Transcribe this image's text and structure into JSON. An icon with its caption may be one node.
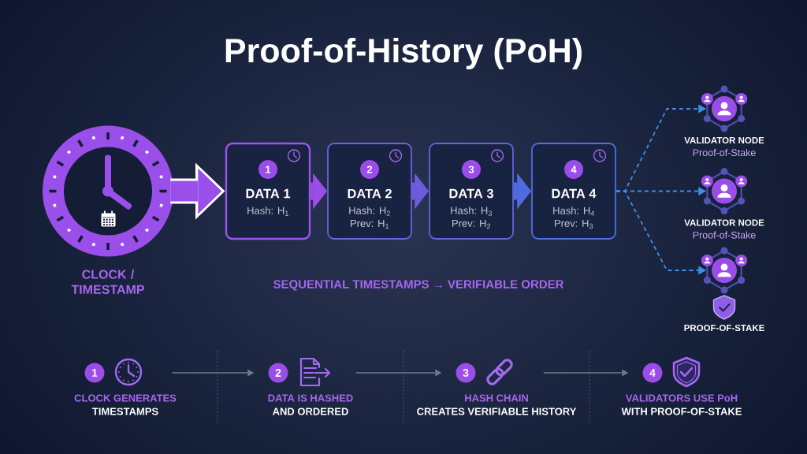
{
  "diagram": {
    "title": "Proof-of-History (PoH)",
    "nodes": [
      {
        "text": [
          "CLOCK / TIMESTAMP"
        ]
      },
      {
        "text": [
          "1",
          "DATA 1",
          "Hash: H$_{1}$"
        ]
      },
      {
        "text": [
          "2",
          "DATA 2",
          "Hash: H$_{2}$",
          "Prev: H$_{1}$"
        ]
      },
      {
        "text": [
          "3",
          "DATA 3",
          "Hash: H$_{3}$",
          "Prev: H$_{2}$"
        ]
      },
      {
        "text": [
          "4",
          "DATA 4",
          "Hash: H$_{4}$",
          "Prev: H$_{3}$"
        ]
      },
      {
        "text": [
          "VALIDATOR NODE",
          "Proof-of-Stake"
        ]
      },
      {
        "text": [
          "VALIDATOR NODE",
          "Proof-of-Stake"
        ]
      },
      {
        "text": [
          "PROOF-OF-STAKE"
        ]
      },
      {
        "text": [
          "1",
          "CLOCK GENERATES",
          "TIMESTAMPS"
        ]
      },
      {
        "text": [
          "2",
          "DATA IS HASHED",
          "AND ORDERED"
        ]
      },
      {
        "text": [
          "3",
          "HASH CHAIN",
          "CREATES VERIFIABLE HISTORY"
        ]
      },
      {
        "text": [
          "4",
          "VALIDATORS USE PoH",
          "WITH PROOF-OF-STAKE"
        ]
      }
    ],
    "edges": [
      {
        "from": 0,
        "to": 1,
        "arrow": "to",
        "style": "thick",
        "color": "#9a4fea"
      },
      {
        "from": 1,
        "to": 2,
        "arrow": "to",
        "style": "thick",
        "color": "#9a4ee8"
      },
      {
        "from": 2,
        "to": 3,
        "arrow": "to",
        "style": "thick",
        "color": "#6c5cdc"
      },
      {
        "from": 3,
        "to": 4,
        "arrow": "to",
        "style": "thick",
        "color": "#4e6ce0"
      },
      {
        "from": 4,
        "to": 5,
        "arrow": "to",
        "style": "dashed",
        "color": "#3f8fe6"
      },
      {
        "from": 4,
        "to": 6,
        "arrow": "to",
        "style": "dashed",
        "color": "#3f8fe6"
      },
      {
        "from": 4,
        "to": 7,
        "arrow": "to",
        "style": "dashed",
        "color": "#3f8fe6"
      },
      {
        "from": 8,
        "to": 9,
        "arrow": "to"
      },
      {
        "from": 9,
        "to": 10,
        "arrow": "to"
      },
      {
        "from": 10,
        "to": 11,
        "arrow": "to"
      }
    ],
    "labels": [
      "SEQUENTIAL TIMESTAMPS → VERIFIABLE ORDER"
    ]
  }
}
